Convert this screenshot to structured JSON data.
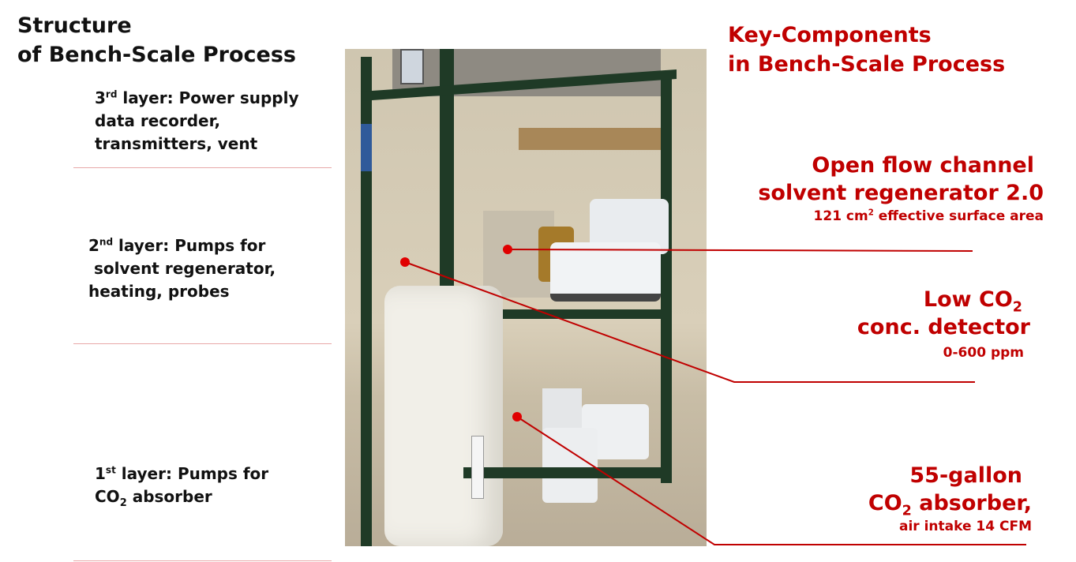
{
  "left": {
    "title_line1": "Structure",
    "title_line2": "of Bench-Scale Process",
    "layers": [
      {
        "ordinal": "3",
        "suffix": "rd",
        "lines": [
          " layer: Power supply",
          "data recorder,",
          "transmitters, vent"
        ]
      },
      {
        "ordinal": "2",
        "suffix": "nd",
        "lines": [
          " layer: Pumps for",
          " solvent regenerator,",
          "heating, probes"
        ]
      },
      {
        "ordinal": "1",
        "suffix": "st",
        "lines": [
          " layer: Pumps for",
          "CO",
          "2",
          " absorber"
        ]
      }
    ]
  },
  "right": {
    "title_line1": "Key-Components",
    "title_line2": "in Bench-Scale Process",
    "components": [
      {
        "line1": "Open flow channel",
        "line2": "solvent regenerator 2.0",
        "detail_pre": "121 cm",
        "detail_sup": "2",
        "detail_post": " effective surface area"
      },
      {
        "line1_pre": "Low CO",
        "line1_sub": "2",
        "line2": "conc. detector",
        "detail": "0-600 ppm"
      },
      {
        "line1": "55-gallon",
        "line2_pre": "CO",
        "line2_sub": "2",
        "line2_post": " absorber,",
        "detail": "air intake 14 CFM"
      }
    ]
  },
  "colors": {
    "accent": "#c00000",
    "text": "#111111",
    "frame": "#1f3a26"
  }
}
